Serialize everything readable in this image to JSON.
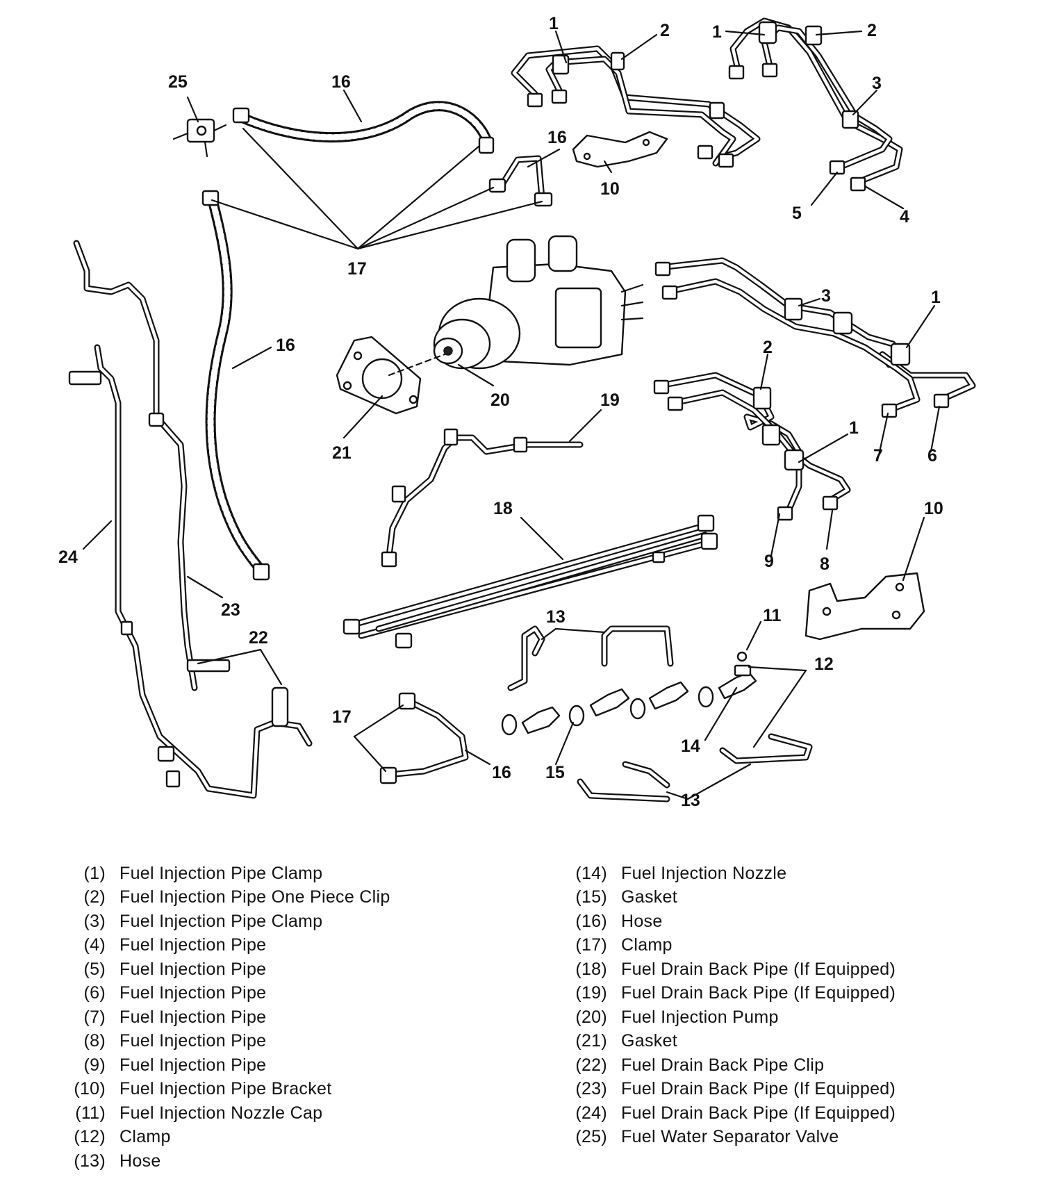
{
  "callouts": {
    "c1a": "1",
    "c2a": "2",
    "c1b": "1",
    "c2b": "2",
    "c3a": "3",
    "c25": "25",
    "c16a": "16",
    "c16b": "16",
    "c10a": "10",
    "c5": "5",
    "c4": "4",
    "c17a": "17",
    "c3b": "3",
    "c1c": "1",
    "c16c": "16",
    "c2c": "2",
    "c20": "20",
    "c19": "19",
    "c21": "21",
    "c1d": "1",
    "c7": "7",
    "c6": "6",
    "c18": "18",
    "c10b": "10",
    "c24": "24",
    "c9": "9",
    "c8": "8",
    "c23": "23",
    "c22": "22",
    "c13a": "13",
    "c11": "11",
    "c12": "12",
    "c17b": "17",
    "c16d": "16",
    "c14": "14",
    "c15": "15",
    "c13b": "13"
  },
  "legend": {
    "left": [
      {
        "num": "(1)",
        "label": "Fuel Injection Pipe Clamp"
      },
      {
        "num": "(2)",
        "label": "Fuel Injection Pipe One Piece Clip"
      },
      {
        "num": "(3)",
        "label": "Fuel Injection Pipe Clamp"
      },
      {
        "num": "(4)",
        "label": "Fuel Injection Pipe"
      },
      {
        "num": "(5)",
        "label": "Fuel Injection Pipe"
      },
      {
        "num": "(6)",
        "label": "Fuel Injection Pipe"
      },
      {
        "num": "(7)",
        "label": "Fuel Injection Pipe"
      },
      {
        "num": "(8)",
        "label": "Fuel Injection Pipe"
      },
      {
        "num": "(9)",
        "label": "Fuel Injection Pipe"
      },
      {
        "num": "(10)",
        "label": "Fuel Injection Pipe Bracket"
      },
      {
        "num": "(11)",
        "label": "Fuel Injection Nozzle Cap"
      },
      {
        "num": "(12)",
        "label": "Clamp"
      },
      {
        "num": "(13)",
        "label": "Hose"
      }
    ],
    "right": [
      {
        "num": "(14)",
        "label": "Fuel Injection Nozzle"
      },
      {
        "num": "(15)",
        "label": "Gasket"
      },
      {
        "num": "(16)",
        "label": "Hose"
      },
      {
        "num": "(17)",
        "label": "Clamp"
      },
      {
        "num": "(18)",
        "label": "Fuel Drain Back Pipe (If Equipped)"
      },
      {
        "num": "(19)",
        "label": "Fuel Drain Back Pipe (If Equipped)"
      },
      {
        "num": "(20)",
        "label": "Fuel Injection Pump"
      },
      {
        "num": "(21)",
        "label": "Gasket"
      },
      {
        "num": "(22)",
        "label": "Fuel Drain Back Pipe Clip"
      },
      {
        "num": "(23)",
        "label": "Fuel Drain Back Pipe (If Equipped)"
      },
      {
        "num": "(24)",
        "label": "Fuel Drain Back Pipe (If Equipped)"
      },
      {
        "num": "(25)",
        "label": "Fuel Water Separator Valve"
      }
    ]
  }
}
